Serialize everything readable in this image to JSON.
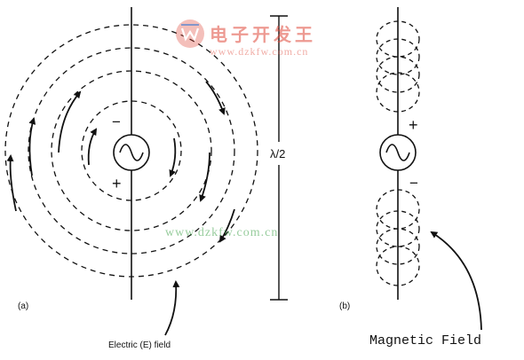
{
  "panel_a": {
    "label": "(a)",
    "minus_sign": "−",
    "plus_sign": "+",
    "field_caption": "Electric (E) field"
  },
  "panel_b": {
    "label": "(b)",
    "plus_sign": "+",
    "minus_sign": "−",
    "field_caption": "Magnetic Field"
  },
  "dimension": {
    "label": "λ/2"
  },
  "watermark": {
    "brand_text": "电子开发王",
    "url_top": "www.dzkfw.com.cn",
    "url_center": "www.dzkfw.com.cn"
  },
  "colors": {
    "ink": "#111111",
    "watermark_red": "#e0483a",
    "watermark_green": "#2f9a3a",
    "background": "#ffffff"
  }
}
